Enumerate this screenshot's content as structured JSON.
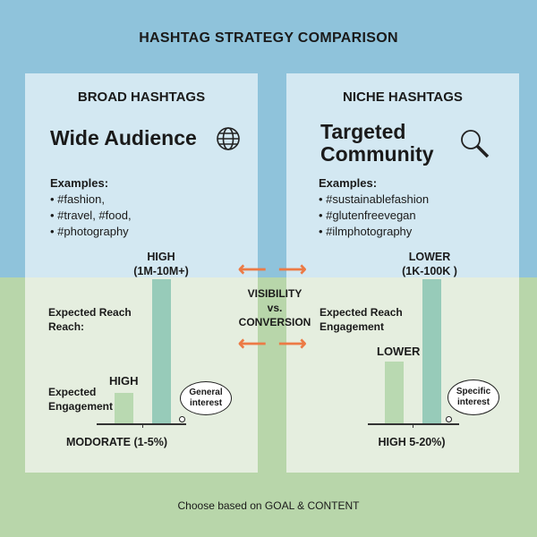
{
  "title": "HASHTAG STRATEGY COMPARISON",
  "broad": {
    "header": "BROAD HASHTAGS",
    "headline": "Wide Audience",
    "icon": "globe-icon",
    "examples_label": "Examples:",
    "examples": [
      "#fashion,",
      "#travel, #food,",
      "#photography"
    ],
    "reach_value": "HIGH",
    "reach_range": "(1M-10M+)",
    "reach_label_1": "Expected Reach",
    "reach_label_2": "Reach:",
    "engagement_label_1": "Expected",
    "engagement_label_2": "Engagement",
    "engagement_value": "HIGH",
    "thought": "General interest",
    "axis_label": "MODORATE (1-5%)"
  },
  "center": {
    "line1": "VISIBILITY",
    "line2": "vs.",
    "line3": "CONVERSION"
  },
  "niche": {
    "header": "NICHE HASHTAGS",
    "headline_1": "Targeted",
    "headline_2": "Community",
    "icon": "magnifier-icon",
    "examples_label": "Examples:",
    "examples": [
      "#sustainablefashion",
      "#glutenfreevegan",
      "#ilmphotography"
    ],
    "reach_value": "LOWER",
    "reach_range": "(1K-100K )",
    "reach_label_1": "Expected Reach",
    "reach_label_2": "Engagement",
    "engagement_value": "LOWER",
    "thought": "Specific interest",
    "axis_label": "HIGH 5-20%)"
  },
  "footer": "Choose based on GOAL & CONTENT",
  "colors": {
    "top_bg": "#8fc3db",
    "bottom_bg": "#b8d6aa",
    "arrow": "#ec7a45",
    "reach_bar": "#97cbb9",
    "engagement_bar": "#b9d9b1"
  }
}
